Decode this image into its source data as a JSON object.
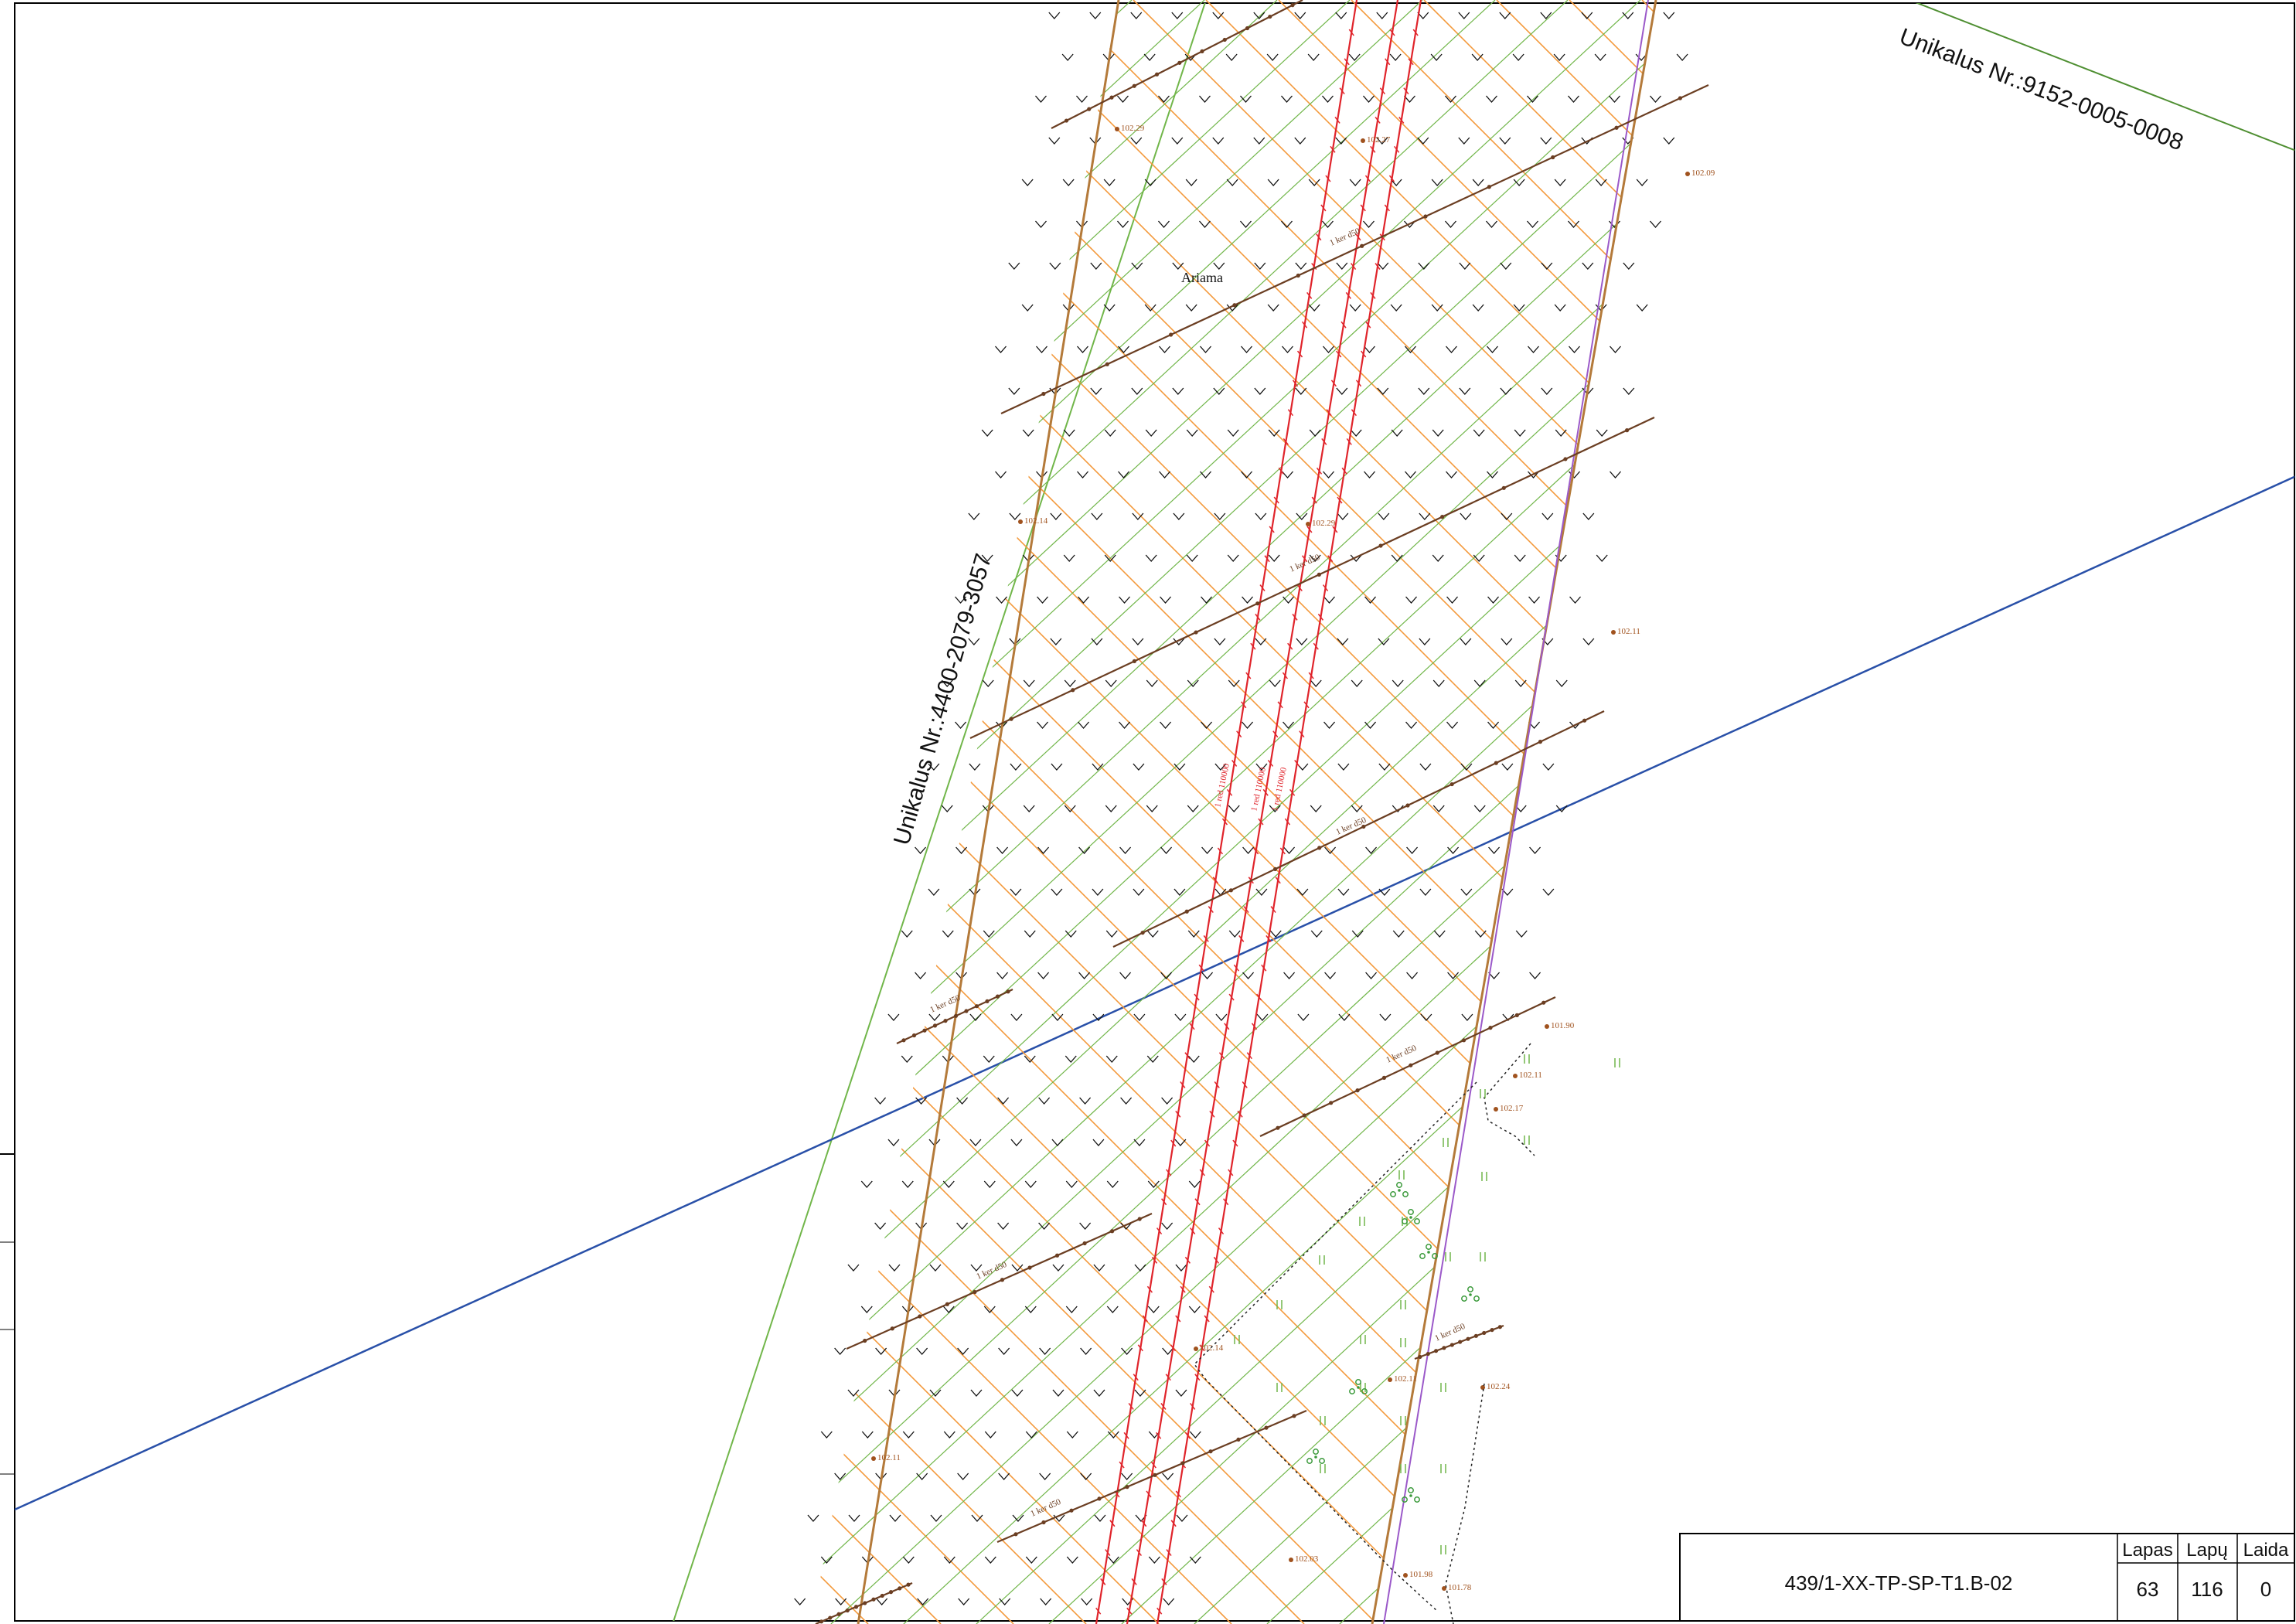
{
  "drawing": {
    "parcel_labels": [
      "Unikalus Nr.:9152-0005-0008",
      "Unikalus Nr.:4400-2079-3057"
    ],
    "land_use_label": "Ariama",
    "drainage_label": "1 ker d50",
    "pipeline_labels": [
      "1 red 110000",
      "1 red 110000",
      "1 red 110000"
    ],
    "elevations": [
      "102.29",
      "102.27",
      "102.09",
      "102.14",
      "102.29",
      "102.11",
      "101.90",
      "102.11",
      "102.17",
      "102.14",
      "102.11",
      "102.24",
      "102.11",
      "102.03",
      "101.98",
      "101.78"
    ],
    "symbols": [
      "arable-land-mark",
      "meadow-mark",
      "tree-cluster-mark",
      "elevation-point-mark",
      "drainage-well-mark"
    ],
    "colors": {
      "orange_grid": "#f39a3c",
      "green_grid": "#71b64a",
      "red_pipe": "#e0242b",
      "drain_brown": "#6b3e22",
      "blue_line": "#2950a8",
      "strip_border": "#b47a3a",
      "purple_line": "#9b59c9",
      "elevation": "#a0521e"
    }
  },
  "title_block": {
    "document_code": "439/1-XX-TP-SP-T1.B-02",
    "sheet_label": "Lapas",
    "sheets_label": "Lapų",
    "edition_label": "Laida",
    "sheet_value": "63",
    "sheets_value": "116",
    "edition_value": "0"
  }
}
